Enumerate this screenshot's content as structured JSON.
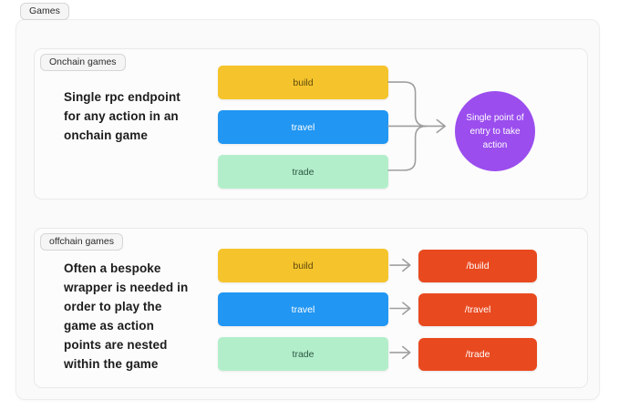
{
  "page": {
    "group_label": "Games"
  },
  "colors": {
    "connector": "#9E9E9E"
  },
  "onchain": {
    "label": "Onchain games",
    "description_lines": [
      "Single rpc endpoint",
      "for any action in an",
      "onchain game"
    ],
    "nodes": [
      {
        "label": "build",
        "color": "#F5C42C",
        "text_color": "#5E4A0E"
      },
      {
        "label": "travel",
        "color": "#2196F3",
        "text_color": "#FFFFFF"
      },
      {
        "label": "trade",
        "color": "#B3EECB",
        "text_color": "#2C5842"
      }
    ],
    "endpoint": {
      "label": "Single point of entry to take action",
      "color": "#9B4DEE",
      "text_color": "#FFFFFF"
    }
  },
  "offchain": {
    "label": "offchain games",
    "description_lines": [
      "Often a bespoke",
      "wrapper is needed in",
      "order to play the",
      "game as action",
      "points are nested",
      "within the game"
    ],
    "rows": [
      {
        "source": {
          "label": "build",
          "color": "#F5C42C",
          "text_color": "#5E4A0E"
        },
        "target": {
          "label": "/build",
          "color": "#E9491F",
          "text_color": "#FFFFFF"
        }
      },
      {
        "source": {
          "label": "travel",
          "color": "#2196F3",
          "text_color": "#FFFFFF"
        },
        "target": {
          "label": "/travel",
          "color": "#E9491F",
          "text_color": "#FFFFFF"
        }
      },
      {
        "source": {
          "label": "trade",
          "color": "#B3EECB",
          "text_color": "#2C5842"
        },
        "target": {
          "label": "/trade",
          "color": "#E9491F",
          "text_color": "#FFFFFF"
        }
      }
    ]
  }
}
